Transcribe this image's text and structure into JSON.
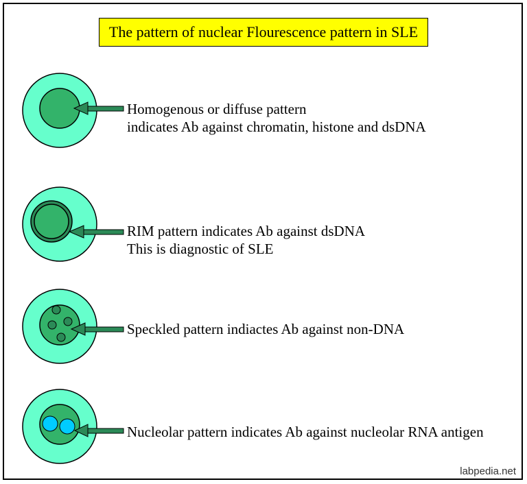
{
  "title": "The pattern of nuclear Flourescence pattern in SLE",
  "patterns": [
    {
      "line1": "Homogenous or diffuse pattern",
      "line2": "indicates Ab against chromatin, histone and dsDNA"
    },
    {
      "line1": "RIM pattern indicates Ab against dsDNA",
      "line2": "This is diagnostic of SLE"
    },
    {
      "line1": "Speckled pattern indiactes Ab against non-DNA"
    },
    {
      "line1": "Nucleolar pattern indicates Ab against nucleolar RNA antigen"
    }
  ],
  "watermark": "labpedia.net",
  "colors": {
    "title_bg": "#ffff00",
    "cell": "#66ffcc",
    "nucleus": "#33b36a",
    "dot": "#2b8a57",
    "nucleolus": "#00ccff",
    "arrow": "#2b8a57"
  }
}
